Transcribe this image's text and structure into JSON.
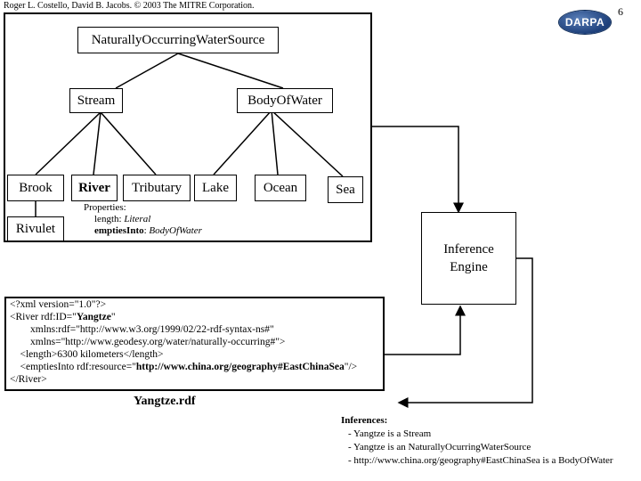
{
  "header": {
    "credit": "Roger L. Costello, David B. Jacobs. © 2003 The MITRE Corporation.",
    "page_number": "6",
    "logo_text": "DARPA"
  },
  "taxonomy": {
    "root": "NaturallyOccurringWaterSource",
    "stream": "Stream",
    "body_of_water": "BodyOfWater",
    "brook": "Brook",
    "river": "River",
    "tributary": "Tributary",
    "lake": "Lake",
    "ocean": "Ocean",
    "sea": "Sea",
    "rivulet": "Rivulet",
    "properties_title": "Properties:",
    "prop1_name": "length: ",
    "prop1_value": "Literal",
    "prop2_name": "emptiesInto",
    "prop2_sep": ": ",
    "prop2_value": "BodyOfWater"
  },
  "engine": {
    "line1": "Inference",
    "line2": "Engine"
  },
  "xml": {
    "line1": "<?xml version=\"1.0\"?>",
    "line2a": "<River rdf:ID=\"",
    "line2b": "Yangtze",
    "line2c": "\"",
    "line3": "        xmlns:rdf=\"http://www.w3.org/1999/02/22-rdf-syntax-ns#\"",
    "line4": "        xmlns=\"http://www.geodesy.org/water/naturally-occurring#\">",
    "line5": "    <length>6300 kilometers</length>",
    "line6a": "    <emptiesInto rdf:resource=\"",
    "line6b": "http://www.china.org/geography#EastChinaSea",
    "line6c": "\"/>",
    "line7": "</River>",
    "caption": "Yangtze.rdf"
  },
  "inferences": {
    "title": "Inferences:",
    "items": [
      "- Yangtze is a Stream",
      "- Yangtze is an NaturallyOcurringWaterSource",
      "- http://www.china.org/geography#EastChinaSea is a BodyOfWater"
    ]
  }
}
